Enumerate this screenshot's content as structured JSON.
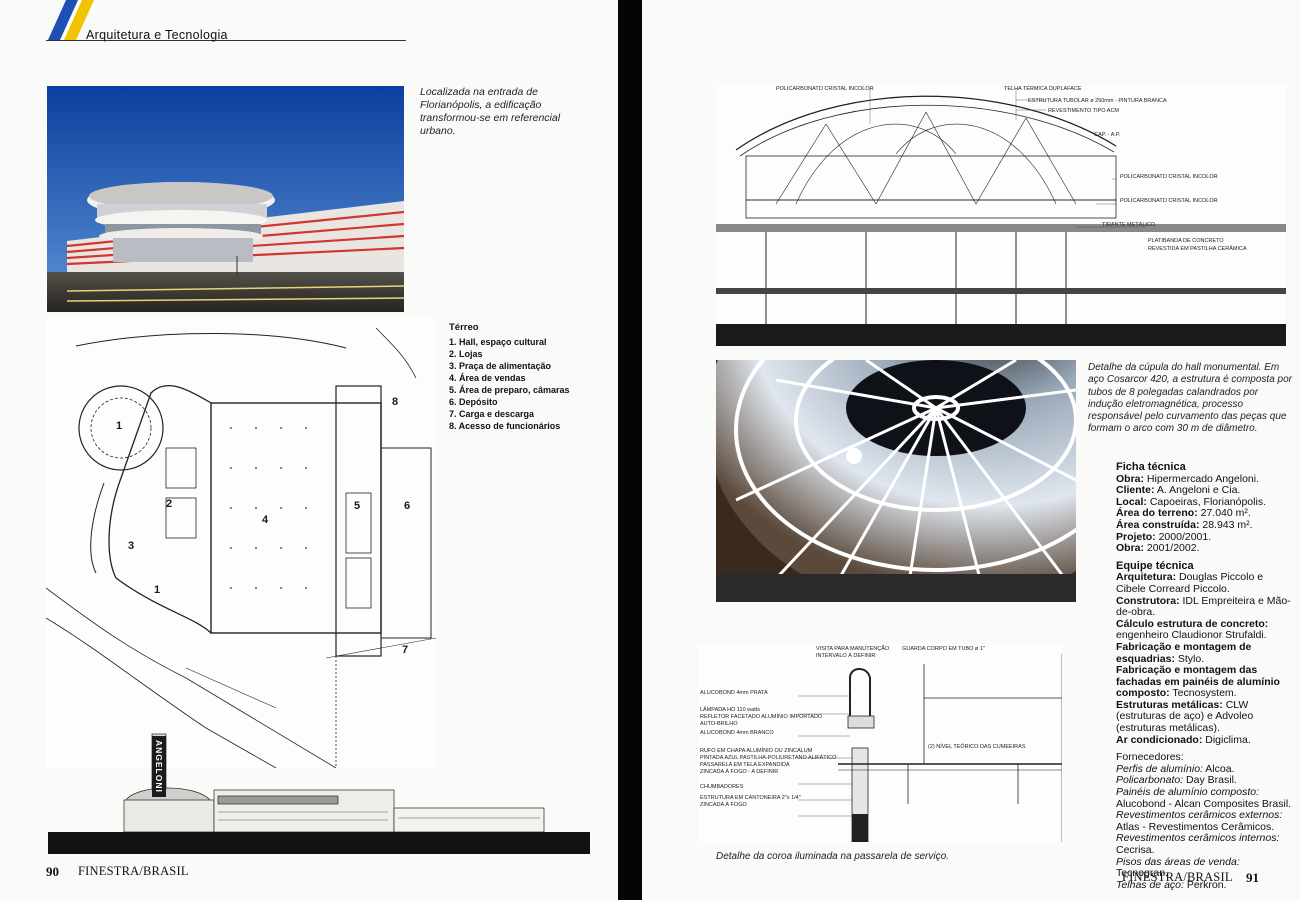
{
  "left_page": {
    "section_title": "Arquitetura e Tecnologia",
    "brand_colors": {
      "blue": "#1e4fb4",
      "yellow": "#f2c300",
      "ink": "#111111"
    },
    "photo_caption": "Localizada na entrada de Florianópolis, a edificação transformou-se em referencial urbano.",
    "plan_title": "Térreo",
    "plan_legend": [
      "1. Hall, espaço cultural",
      "2. Lojas",
      "3. Praça de alimentação",
      "4. Área de vendas",
      "5. Área de preparo, câmaras",
      "6. Depósito",
      "7. Carga e descarga",
      "8. Acesso de funcionários"
    ],
    "plan_labels": [
      "1",
      "2",
      "3",
      "4",
      "5",
      "6",
      "7",
      "8",
      "1"
    ],
    "elevation_sign": "ANGELONI",
    "folio_number": "90",
    "folio_magazine": "FINESTRA/BRASIL"
  },
  "right_page": {
    "section_labels": {
      "policarbonato_top": "POLICARBONATO CRISTAL INCOLOR",
      "telha": "TELHA TÉRMICA DUPLAFACE",
      "estrutura": "ESTRUTURA TUBOLAR ø 250mm - PINTURA BRANCA",
      "revestimento": "REVESTIMENTO TIPO ACM",
      "cap": "CAP. - A.P.",
      "policarbonato_1": "POLICARBONATO CRISTAL INCOLOR",
      "policarbonato_2": "POLICARBONATO CRISTAL INCOLOR",
      "tirante": "TIRANTE METÁLICO",
      "platibanda_1": "PLATIBANDA DE CONCRETO",
      "platibanda_2": "REVESTIDA EM PASTILHA CERÂMICA"
    },
    "dome_caption": "Detalhe da cúpula do hall monumental. Em aço Cosarcor 420, a estrutura é composta por tubos de 8 polegadas calandrados por indução eletromagnética, processo responsável pelo curvamento das peças que formam o arco com 30 m de diâmetro.",
    "ficha_tecnica": {
      "title": "Ficha técnica",
      "rows": [
        {
          "k": "Obra:",
          "v": " Hipermercado Angeloni."
        },
        {
          "k": "Cliente:",
          "v": " A. Angeloni e Cia."
        },
        {
          "k": "Local:",
          "v": " Capoeiras, Florianópolis."
        },
        {
          "k": "Área do terreno:",
          "v": " 27.040 m²."
        },
        {
          "k": "Área construída:",
          "v": " 28.943 m²."
        },
        {
          "k": "Projeto:",
          "v": " 2000/2001."
        },
        {
          "k": "Obra:",
          "v": " 2001/2002."
        }
      ]
    },
    "equipe_tecnica": {
      "title": "Equipe técnica",
      "rows": [
        {
          "k": "Arquitetura:",
          "v": " Douglas Piccolo e Cibele Correard Piccolo."
        },
        {
          "k": "Construtora:",
          "v": " IDL Empreiteira e Mão-de-obra."
        },
        {
          "k": "Cálculo estrutura de concreto:",
          "v": " engenheiro Claudionor Strufaldi."
        },
        {
          "k": "Fabricação e montagem de esquadrias:",
          "v": " Stylo."
        },
        {
          "k": "Fabricação e montagem das fachadas em painéis de alumínio composto:",
          "v": " Tecnosystem."
        },
        {
          "k": "Estruturas metálicas:",
          "v": " CLW (estruturas de aço) e Advoleo (estruturas metálicas)."
        },
        {
          "k": "Ar condicionado:",
          "v": " Digiclima."
        }
      ]
    },
    "fornecedores": {
      "title": "Fornecedores:",
      "rows": [
        {
          "k": "Perfis de alumínio:",
          "v": " Alcoa."
        },
        {
          "k": "Policarbonato:",
          "v": " Day Brasil."
        },
        {
          "k": "Painéis de alumínio composto:",
          "v": " Alucobond - Alcan Composites Brasil."
        },
        {
          "k": "Revestimentos cerâmicos externos:",
          "v": " Atlas - Revestimentos Cerâmicos."
        },
        {
          "k": "Revestimentos cerâmicos internos:",
          "v": " Cecrisa."
        },
        {
          "k": "Pisos das áreas de venda:",
          "v": " Tecnogran."
        },
        {
          "k": "Telhas de aço:",
          "v": " Perkron."
        }
      ]
    },
    "detail_labels": {
      "visita_1": "VISITA PARA MANUTENÇÃO",
      "visita_2": "INTERVALO À DEFINIR",
      "guarda": "GUARDA CORPO EM TUBO ø 1\"",
      "a1": "ALUCOBOND 4mm PRATA",
      "a2": "LÂMPADA HO 110 watts",
      "a3": "REFLETOR FACETADO ALUMÍNIO IMPORTADO",
      "a4": "AUTO-BRILHO",
      "a5": "ALUCOBOND 4mm BRANCO",
      "a6": "RUFO EM CHAPA ALUMÍNIO OU ZINCALUM",
      "a7": "PINTADA AZUL PASTILHA-POLIURETANO ALIFÁTICO",
      "a8": "PASSARELA EM TELA EXPANDIDA",
      "a9": "ZINCADA À FOGO - A DEFINIR",
      "a10": "CHUMBADORES",
      "a11": "ESTRUTURA EM CANTONEIRA 2\"x 1/4\"",
      "a12": "ZINCADA À FOGO",
      "nivel": "(2) NÍVEL TEÓRICO DAS CUMEEIRAS"
    },
    "detail_caption": "Detalhe da coroa iluminada na passarela de serviço.",
    "folio_magazine": "FINESTRA/BRASIL",
    "folio_number": "91"
  }
}
